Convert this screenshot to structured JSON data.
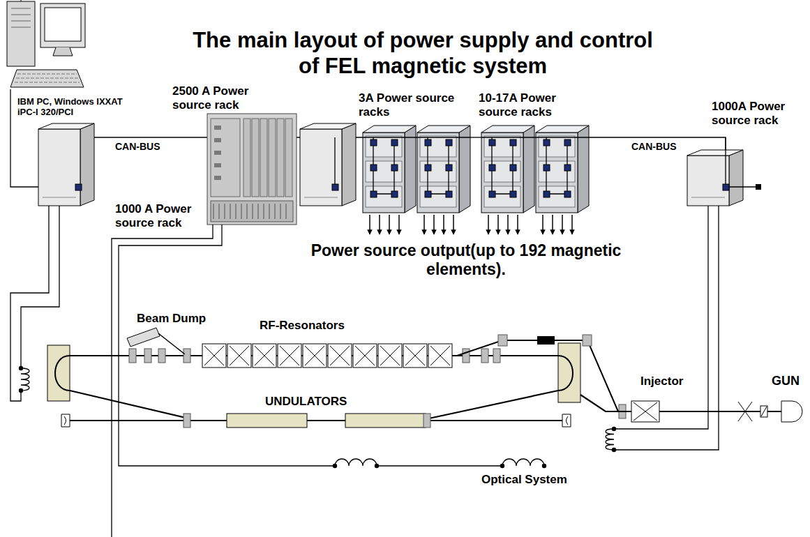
{
  "diagram": {
    "title": "The main layout of power supply and control of FEL magnetic system",
    "nodes": [
      {
        "text": [
          "IBM PC, Windows IXXAT iPC-I 320/PCI"
        ]
      },
      {
        "text": [
          "2500 A Power source rack"
        ]
      },
      {
        "text": [
          "3A Power source racks"
        ]
      },
      {
        "text": [
          "10-17A Power source racks"
        ]
      },
      {
        "text": [
          "1000A Power source rack"
        ]
      },
      {
        "text": [
          "1000 A Power source rack"
        ]
      }
    ],
    "edges": [
      {
        "from": 0,
        "to": 5,
        "arrow": "none"
      },
      {
        "from": 5,
        "to": 2,
        "arrow": "none"
      },
      {
        "from": 2,
        "to": 3,
        "arrow": "none"
      },
      {
        "from": 3,
        "to": 4,
        "arrow": "none"
      }
    ],
    "labels": [
      "CAN-BUS",
      "CAN-BUS",
      "Power source output(up to 192 magnetic elements).",
      "Beam Dump",
      "RF-Resonators",
      "Injector",
      "GUN",
      "UNDULATORS",
      "Optical System"
    ]
  }
}
